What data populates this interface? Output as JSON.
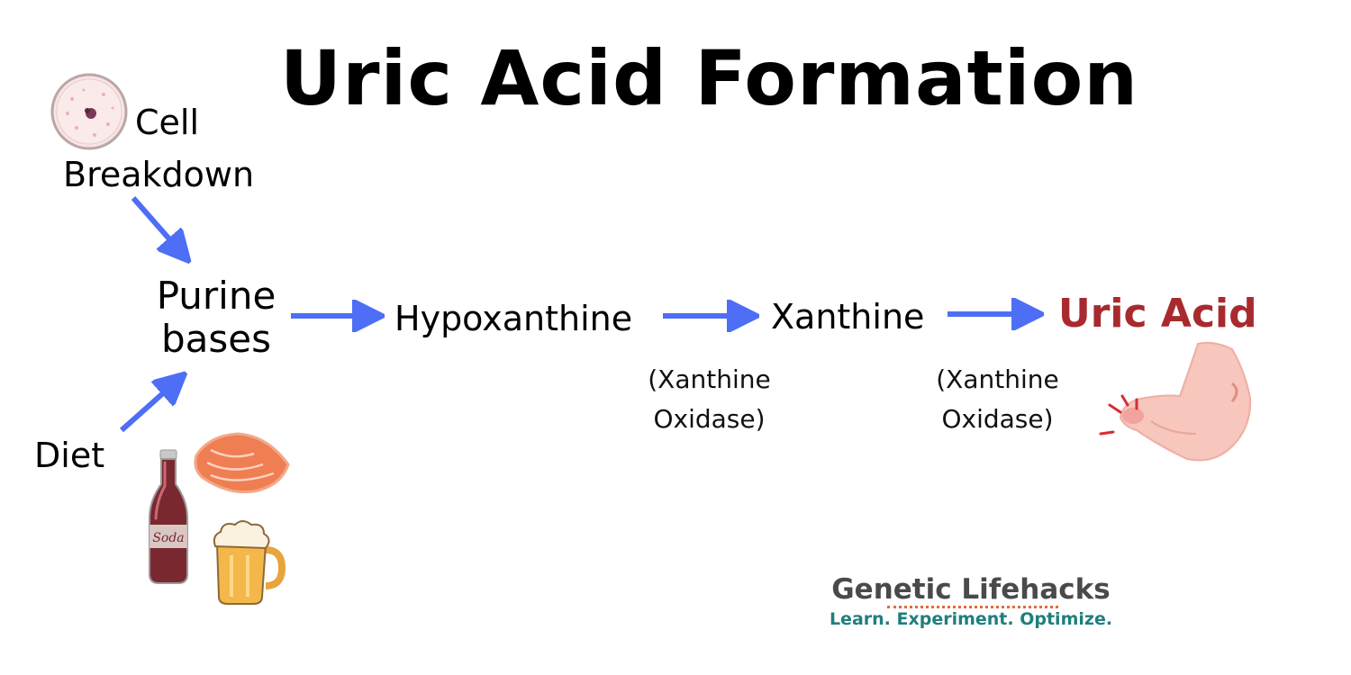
{
  "title": "Uric Acid Formation",
  "nodes": {
    "cell": "Cell",
    "breakdown": "Breakdown",
    "purine_line1": "Purine",
    "purine_line2": "bases",
    "diet": "Diet",
    "hypoxanthine": "Hypoxanthine",
    "xanthine": "Xanthine",
    "uric_acid": "Uric Acid"
  },
  "enzymes": [
    {
      "line1": "(Xanthine",
      "line2": "Oxidase)"
    },
    {
      "line1": "(Xanthine",
      "line2": "Oxidase)"
    }
  ],
  "illustrations": {
    "soda_label": "Soda",
    "icons": [
      "cell-icon",
      "soda-bottle-icon",
      "salmon-icon",
      "beer-mug-icon",
      "foot-icon"
    ]
  },
  "brand": {
    "name": "Genetic Lifehacks",
    "tagline": "Learn. Experiment. Optimize."
  },
  "colors": {
    "arrow": "#4d6ef5",
    "uric_acid": "#a82a2e",
    "brand_name": "#4a4a4a",
    "brand_tagline": "#1f7f7d"
  }
}
